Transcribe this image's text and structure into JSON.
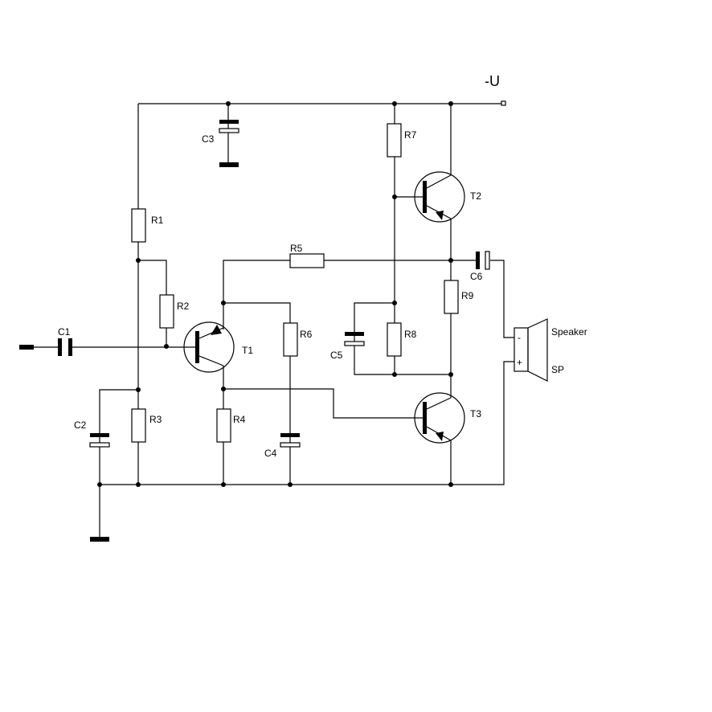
{
  "supply": {
    "label": "-U"
  },
  "resistors": [
    {
      "id": "R1",
      "label": "R1"
    },
    {
      "id": "R2",
      "label": "R2"
    },
    {
      "id": "R3",
      "label": "R3"
    },
    {
      "id": "R4",
      "label": "R4"
    },
    {
      "id": "R5",
      "label": "R5"
    },
    {
      "id": "R6",
      "label": "R6"
    },
    {
      "id": "R7",
      "label": "R7"
    },
    {
      "id": "R8",
      "label": "R8"
    },
    {
      "id": "R9",
      "label": "R9"
    }
  ],
  "capacitors": [
    {
      "id": "C1",
      "label": "C1"
    },
    {
      "id": "C2",
      "label": "C2"
    },
    {
      "id": "C3",
      "label": "C3"
    },
    {
      "id": "C4",
      "label": "C4"
    },
    {
      "id": "C5",
      "label": "C5"
    },
    {
      "id": "C6",
      "label": "C6"
    }
  ],
  "transistors": [
    {
      "id": "T1",
      "label": "T1"
    },
    {
      "id": "T2",
      "label": "T2"
    },
    {
      "id": "T3",
      "label": "T3"
    }
  ],
  "speaker": {
    "name": "Speaker",
    "ref": "SP",
    "minus": "-",
    "plus": "+"
  }
}
